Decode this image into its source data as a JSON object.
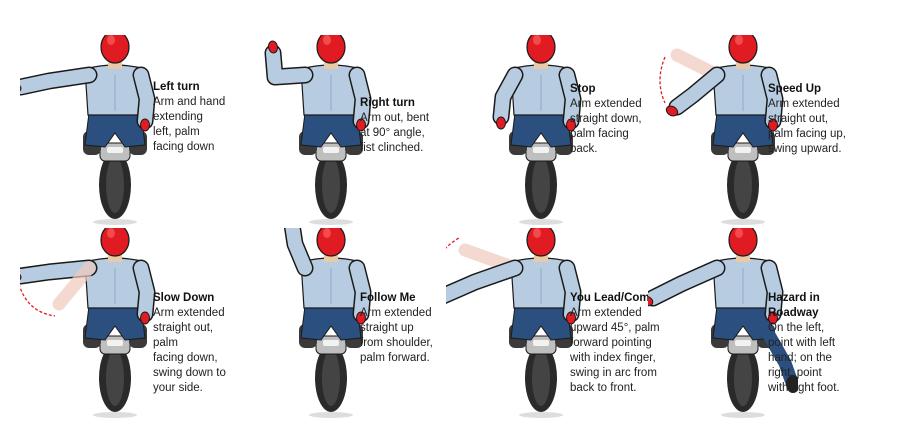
{
  "colors": {
    "helmet": "#e11b22",
    "glove": "#e11b22",
    "shirt": "#b7cce0",
    "shirt_shade": "#9db6cf",
    "jeans": "#2b4f7e",
    "tire": "#2a2a2a",
    "outline": "#1a1a1a",
    "ghost_arm": "#f0c9bd"
  },
  "signals": [
    {
      "id": "left-turn",
      "title": "Left turn",
      "description": "Arm and hand\nextending\nleft, palm\nfacing down",
      "pose": "left-out"
    },
    {
      "id": "right-turn",
      "title": "Right turn",
      "description": "Arm out, bent\nat 90° angle,\nfist clinched.",
      "pose": "left-bent-up"
    },
    {
      "id": "stop",
      "title": "Stop",
      "description": "Arm extended\nstraight down,\npalm facing\nback.",
      "pose": "left-down"
    },
    {
      "id": "speed-up",
      "title": "Speed Up",
      "description": "Arm extended\nstraight out,\npalm facing up,\nswing upward.",
      "pose": "left-out-swing-up"
    },
    {
      "id": "slow-down",
      "title": "Slow Down",
      "description": "Arm extended\nstraight out, palm\nfacing down,\nswing down to\nyour side.",
      "pose": "left-out-swing-down"
    },
    {
      "id": "follow-me",
      "title": "Follow Me",
      "description": "Arm extended\nstraight up\nfrom shoulder,\npalm forward.",
      "pose": "left-straight-up"
    },
    {
      "id": "you-lead-come",
      "title": "You Lead/Come",
      "description": "Arm extended\nupward 45°, palm\nforward pointing\nwith index finger,\nswing in arc from\nback to front.",
      "pose": "left-45-arc"
    },
    {
      "id": "hazard-in-roadway",
      "title": "Hazard in\nRoadway",
      "description": "On the left,\npoint with left\nhand; on the\nright, point\nwith right foot.",
      "pose": "left-point-foot"
    }
  ]
}
